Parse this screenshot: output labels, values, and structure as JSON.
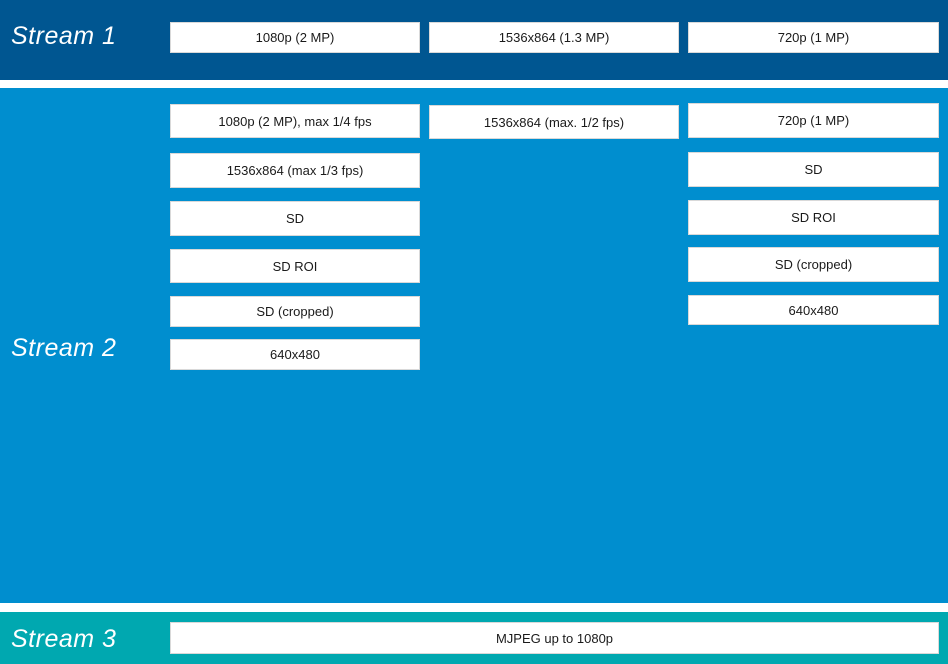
{
  "streams": {
    "stream1": {
      "label": "Stream 1",
      "boxes": [
        "1080p (2 MP)",
        "1536x864 (1.3 MP)",
        "720p (1 MP)"
      ]
    },
    "stream2": {
      "label": "Stream 2",
      "col1": [
        "1080p (2 MP), max 1/4 fps",
        "1536x864 (max 1/3 fps)",
        "SD",
        "SD ROI",
        "SD (cropped)",
        "640x480"
      ],
      "col2": [
        "1536x864 (max. 1/2 fps)"
      ],
      "col3": [
        "720p (1 MP)",
        "SD",
        "SD ROI",
        "SD (cropped)",
        "640x480"
      ]
    },
    "stream3": {
      "label": "Stream 3",
      "boxes": [
        "MJPEG up to 1080p"
      ]
    }
  },
  "colors": {
    "page_bg": "#ffffff",
    "stream1_bg": "#005691",
    "stream2_bg": "#008ecf",
    "stream3_bg": "#00a8b0",
    "box_bg": "#ffffff",
    "box_border": "#d9d9d9",
    "box_text": "#1a1a1a",
    "label_text": "#ffffff"
  }
}
